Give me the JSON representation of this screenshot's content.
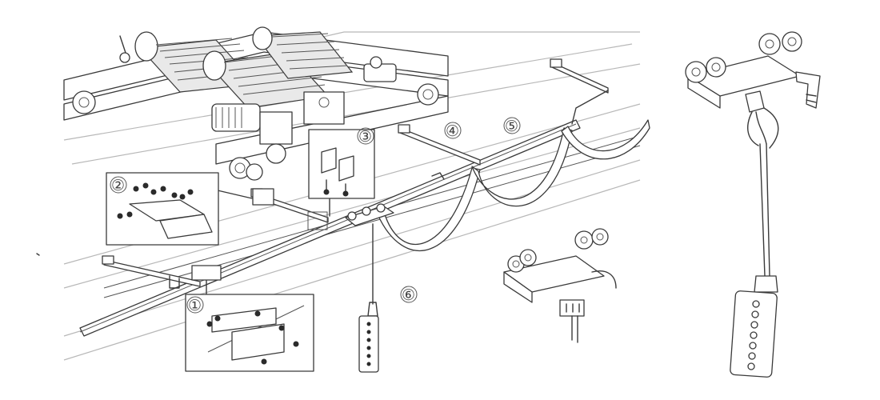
{
  "callouts": {
    "c1": "①",
    "c2": "②",
    "c3": "③",
    "c4": "④",
    "c5": "⑤",
    "c6": "⑥"
  }
}
